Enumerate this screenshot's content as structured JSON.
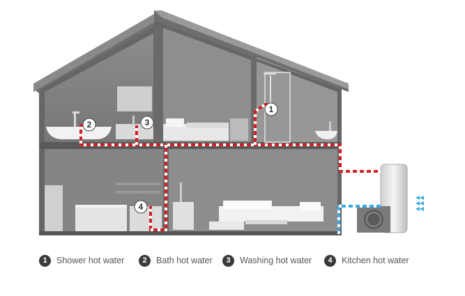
{
  "markers": [
    {
      "num": "1",
      "label": "Shower hot water"
    },
    {
      "num": "2",
      "label": "Bath hot water"
    },
    {
      "num": "3",
      "label": "Washing hot water"
    },
    {
      "num": "4",
      "label": "Kitchen hot water"
    }
  ],
  "colors": {
    "hot_pipe": "#d32026",
    "cold_pipe": "#3aa9e0",
    "house_wall": "#6f6f6f",
    "roof": "#8a8a8a",
    "room_interior": "#7d7d7d"
  },
  "icons": [
    "bathtub-icon",
    "washbasin-icon",
    "bed-icon",
    "shower-icon",
    "sofa-icon",
    "heat-pump-icon",
    "hot-water-tank-icon"
  ]
}
